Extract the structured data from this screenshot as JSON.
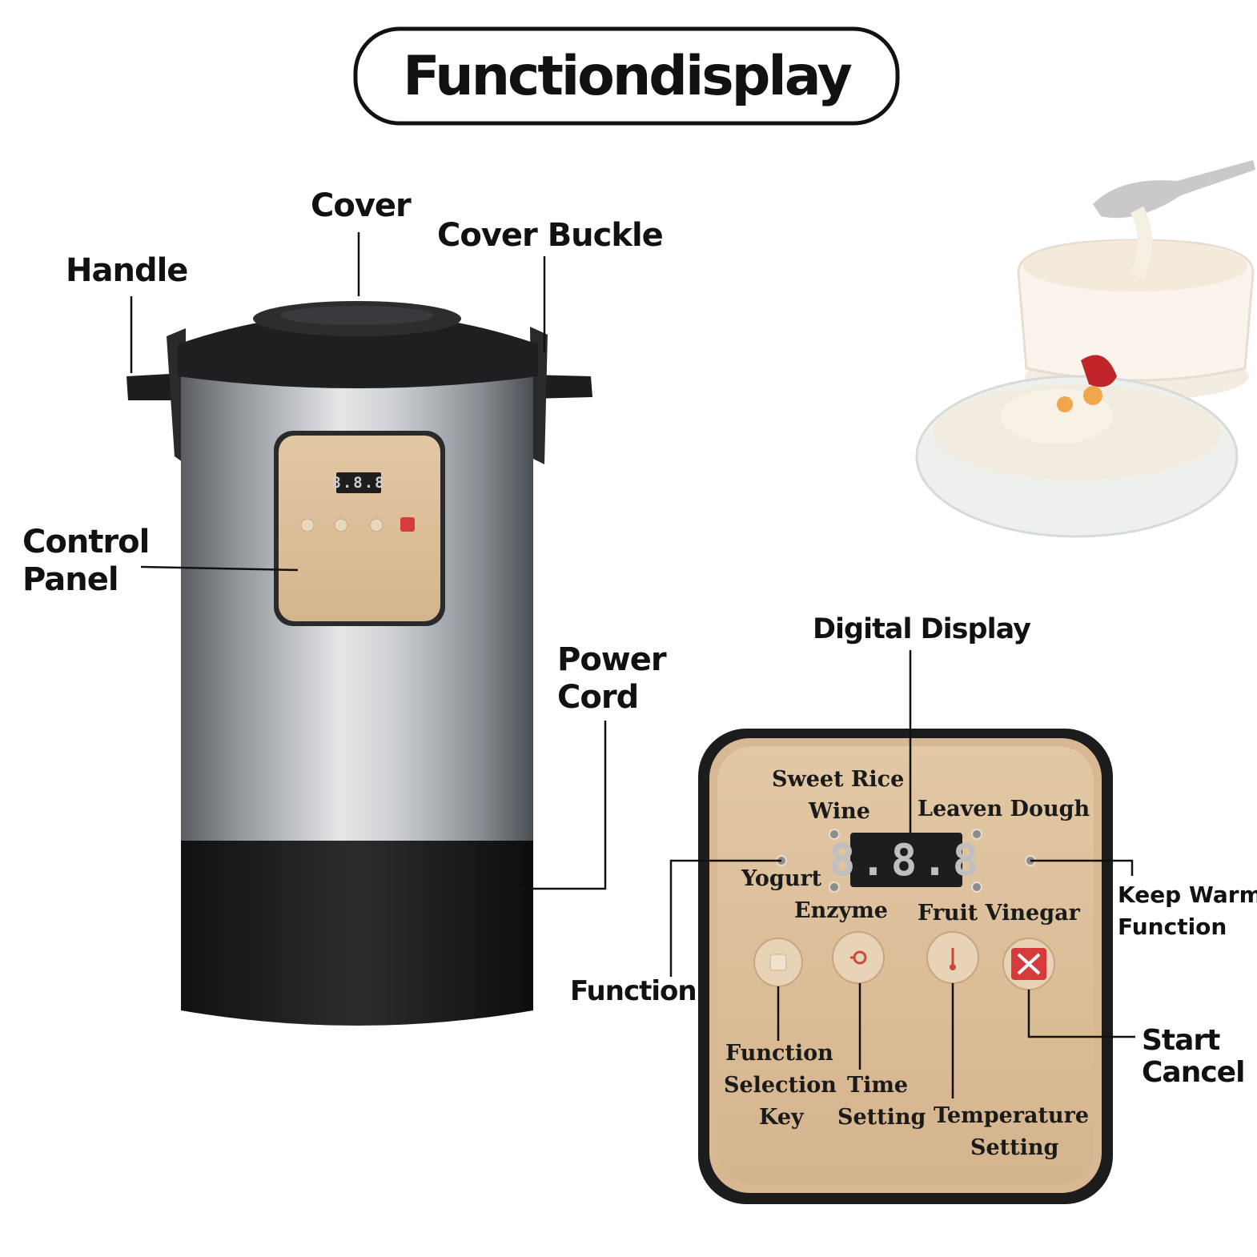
{
  "title": "Functiondisplay",
  "callouts": {
    "handle": "Handle",
    "cover": "Cover",
    "cover_buckle": "Cover Buckle",
    "control_panel_line1": "Control",
    "control_panel_line2": "Panel",
    "power_cord_line1": "Power",
    "power_cord_line2": "Cord",
    "digital_display": "Digital Display",
    "keep_warm_line1": "Keep Warm",
    "keep_warm_line2": "Function",
    "function": "Function",
    "start_cancel_line1": "Start",
    "start_cancel_line2": "Cancel"
  },
  "panel": {
    "sweet_rice_line1": "Sweet Rice",
    "sweet_rice_line2": "Wine",
    "leaven_dough": "Leaven Dough",
    "yogurt": "Yogurt",
    "enzyme": "Enzyme",
    "fruit_vinegar": "Fruit Vinegar",
    "display_value": "8.8.8",
    "function_key_line1": "Function",
    "function_key_line2": "Selection",
    "function_key_line3": "Key",
    "time_line1": "Time",
    "time_line2": "Setting",
    "temperature_line1": "Temperature",
    "temperature_line2": "Setting"
  },
  "colors": {
    "panel_tan": "#d9b994",
    "panel_border": "#1c1c1c",
    "cancel_red": "#d63a3a",
    "steel": "#b9bcc0",
    "black_body": "#1d1d1f"
  },
  "icons": [
    "function-key-icon",
    "time-key-icon",
    "temperature-key-icon",
    "cancel-x-icon"
  ]
}
